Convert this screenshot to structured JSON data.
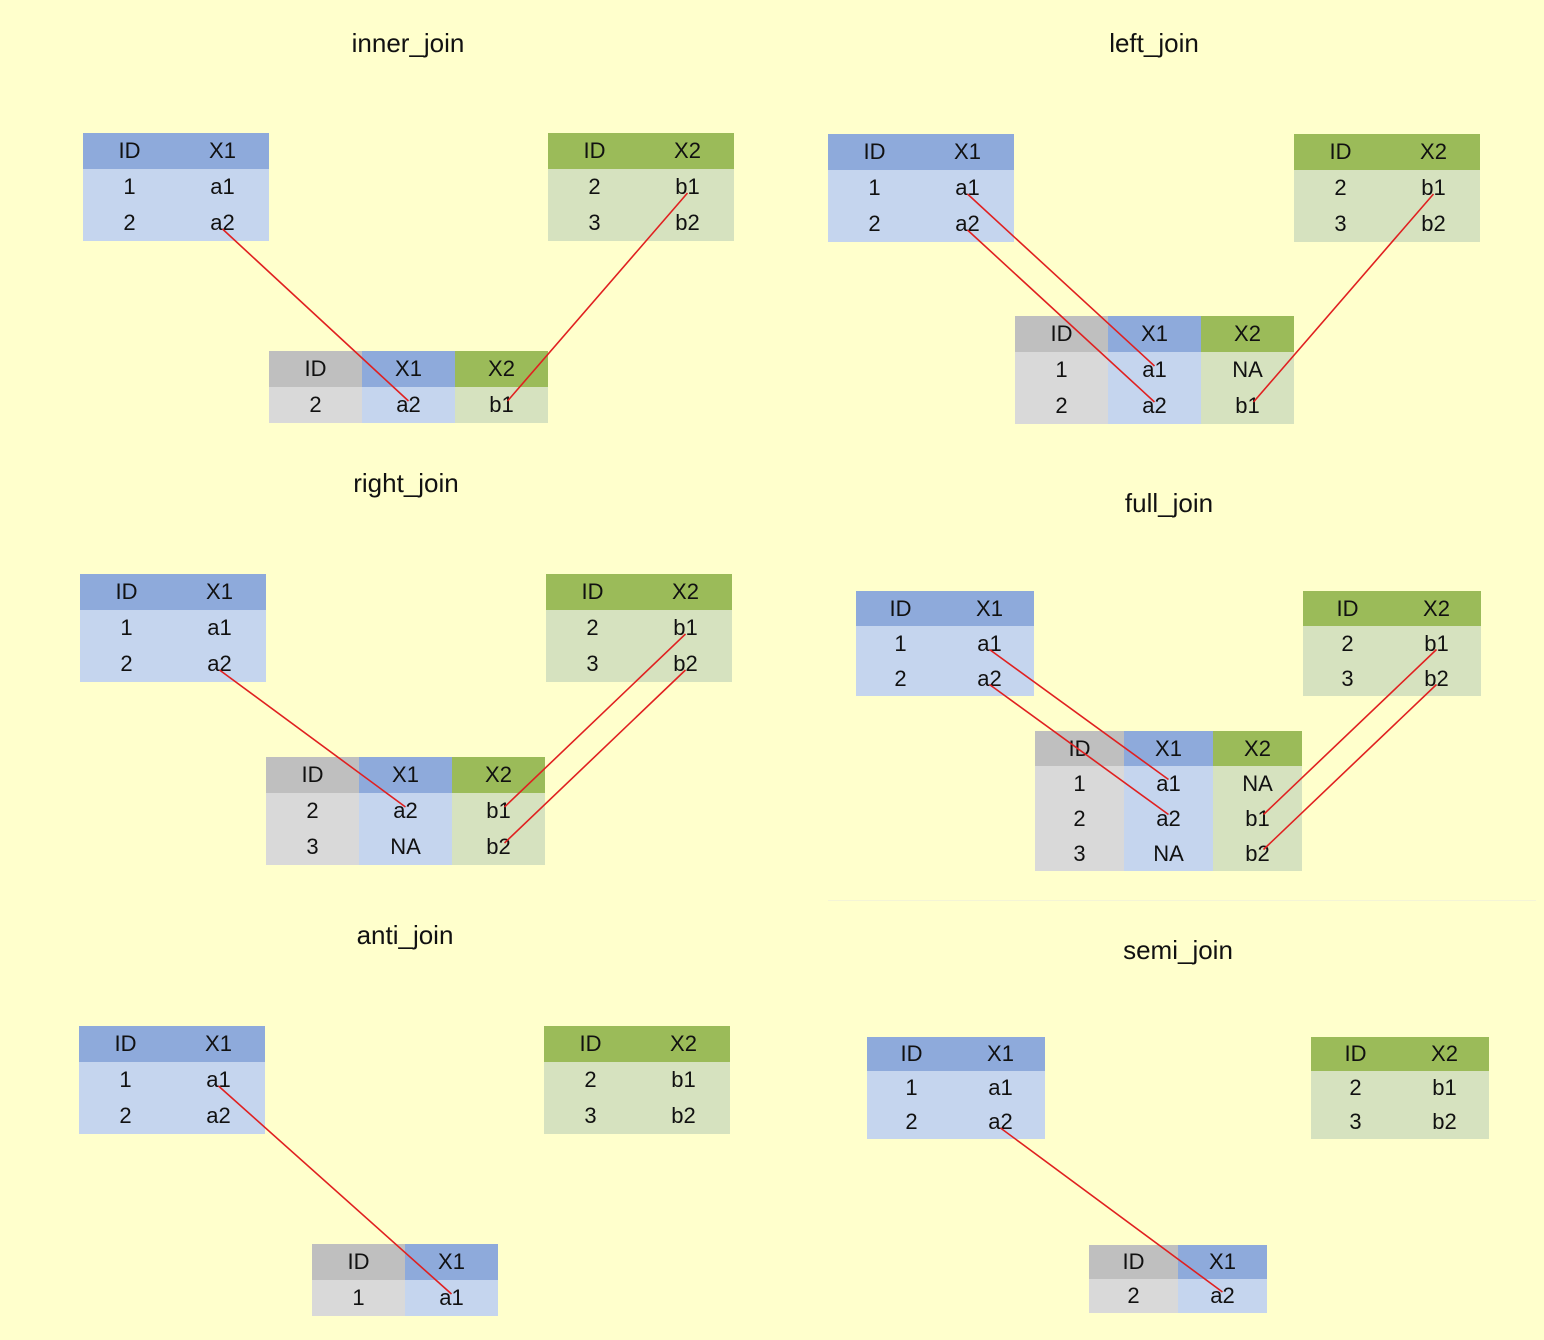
{
  "colors": {
    "background": "#ffffcc",
    "x1_header": "#8eaadb",
    "x1_body": "#c5d5ee",
    "x2_header": "#9bbb59",
    "x2_body": "#d6e2bf",
    "id_header": "#bfbfbf",
    "id_body": "#d9d9d9",
    "highlight": "#e02020",
    "line": "#e02020"
  },
  "panels": [
    {
      "key": "inner",
      "title": "inner_join",
      "left": {
        "headers": [
          "ID",
          "X1"
        ],
        "rows": [
          [
            "1",
            "a1"
          ],
          [
            "2",
            "a2"
          ]
        ],
        "highlight": [
          "1-1"
        ]
      },
      "right": {
        "headers": [
          "ID",
          "X2"
        ],
        "rows": [
          [
            "2",
            "b1"
          ],
          [
            "3",
            "b2"
          ]
        ],
        "highlight": [
          "0-1"
        ]
      },
      "result": {
        "headers": [
          "ID",
          "X1",
          "X2"
        ],
        "rows": [
          [
            "2",
            "a2",
            "b1"
          ]
        ],
        "highlight": [
          "0-1",
          "0-2"
        ]
      },
      "links": [
        [
          "left",
          1,
          "result",
          0
        ],
        [
          "right",
          0,
          "result",
          0
        ]
      ]
    },
    {
      "key": "left",
      "title": "left_join",
      "left": {
        "headers": [
          "ID",
          "X1"
        ],
        "rows": [
          [
            "1",
            "a1"
          ],
          [
            "2",
            "a2"
          ]
        ],
        "highlight": [
          "0-1",
          "1-1"
        ]
      },
      "right": {
        "headers": [
          "ID",
          "X2"
        ],
        "rows": [
          [
            "2",
            "b1"
          ],
          [
            "3",
            "b2"
          ]
        ],
        "highlight": [
          "0-1"
        ]
      },
      "result": {
        "headers": [
          "ID",
          "X1",
          "X2"
        ],
        "rows": [
          [
            "1",
            "a1",
            "NA"
          ],
          [
            "2",
            "a2",
            "b1"
          ]
        ],
        "highlight": [
          "0-1",
          "1-1",
          "1-2"
        ]
      },
      "links": [
        [
          "left",
          0,
          "result",
          0
        ],
        [
          "left",
          1,
          "result",
          1
        ],
        [
          "right",
          0,
          "result",
          1
        ]
      ]
    },
    {
      "key": "right",
      "title": "right_join",
      "left": {
        "headers": [
          "ID",
          "X1"
        ],
        "rows": [
          [
            "1",
            "a1"
          ],
          [
            "2",
            "a2"
          ]
        ],
        "highlight": [
          "1-1"
        ]
      },
      "right": {
        "headers": [
          "ID",
          "X2"
        ],
        "rows": [
          [
            "2",
            "b1"
          ],
          [
            "3",
            "b2"
          ]
        ],
        "highlight": [
          "0-1",
          "1-1"
        ]
      },
      "result": {
        "headers": [
          "ID",
          "X1",
          "X2"
        ],
        "rows": [
          [
            "2",
            "a2",
            "b1"
          ],
          [
            "3",
            "NA",
            "b2"
          ]
        ],
        "highlight": [
          "0-1",
          "0-2",
          "1-2"
        ]
      },
      "links": [
        [
          "left",
          1,
          "result",
          0
        ],
        [
          "right",
          0,
          "result",
          0
        ],
        [
          "right",
          1,
          "result",
          1
        ]
      ]
    },
    {
      "key": "full",
      "title": "full_join",
      "left": {
        "headers": [
          "ID",
          "X1"
        ],
        "rows": [
          [
            "1",
            "a1"
          ],
          [
            "2",
            "a2"
          ]
        ],
        "highlight": [
          "0-1",
          "1-1"
        ]
      },
      "right": {
        "headers": [
          "ID",
          "X2"
        ],
        "rows": [
          [
            "2",
            "b1"
          ],
          [
            "3",
            "b2"
          ]
        ],
        "highlight": [
          "0-1",
          "1-1"
        ]
      },
      "result": {
        "headers": [
          "ID",
          "X1",
          "X2"
        ],
        "rows": [
          [
            "1",
            "a1",
            "NA"
          ],
          [
            "2",
            "a2",
            "b1"
          ],
          [
            "3",
            "NA",
            "b2"
          ]
        ],
        "highlight": [
          "0-1",
          "1-1",
          "1-2",
          "2-2"
        ]
      },
      "links": [
        [
          "left",
          0,
          "result",
          0
        ],
        [
          "left",
          1,
          "result",
          1
        ],
        [
          "right",
          0,
          "result",
          1
        ],
        [
          "right",
          1,
          "result",
          2
        ]
      ]
    },
    {
      "key": "anti",
      "title": "anti_join",
      "left": {
        "headers": [
          "ID",
          "X1"
        ],
        "rows": [
          [
            "1",
            "a1"
          ],
          [
            "2",
            "a2"
          ]
        ],
        "highlight": [
          "0-1"
        ]
      },
      "right": {
        "headers": [
          "ID",
          "X2"
        ],
        "rows": [
          [
            "2",
            "b1"
          ],
          [
            "3",
            "b2"
          ]
        ],
        "highlight": []
      },
      "result": {
        "headers": [
          "ID",
          "X1"
        ],
        "rows": [
          [
            "1",
            "a1"
          ]
        ],
        "highlight": [
          "0-1"
        ]
      },
      "links": [
        [
          "left",
          0,
          "result",
          0
        ]
      ]
    },
    {
      "key": "semi",
      "title": "semi_join",
      "left": {
        "headers": [
          "ID",
          "X1"
        ],
        "rows": [
          [
            "1",
            "a1"
          ],
          [
            "2",
            "a2"
          ]
        ],
        "highlight": [
          "1-1"
        ]
      },
      "right": {
        "headers": [
          "ID",
          "X2"
        ],
        "rows": [
          [
            "2",
            "b1"
          ],
          [
            "3",
            "b2"
          ]
        ],
        "highlight": []
      },
      "result": {
        "headers": [
          "ID",
          "X1"
        ],
        "rows": [
          [
            "2",
            "a2"
          ]
        ],
        "highlight": [
          "0-1"
        ]
      },
      "links": [
        [
          "left",
          1,
          "result",
          0
        ]
      ]
    }
  ]
}
